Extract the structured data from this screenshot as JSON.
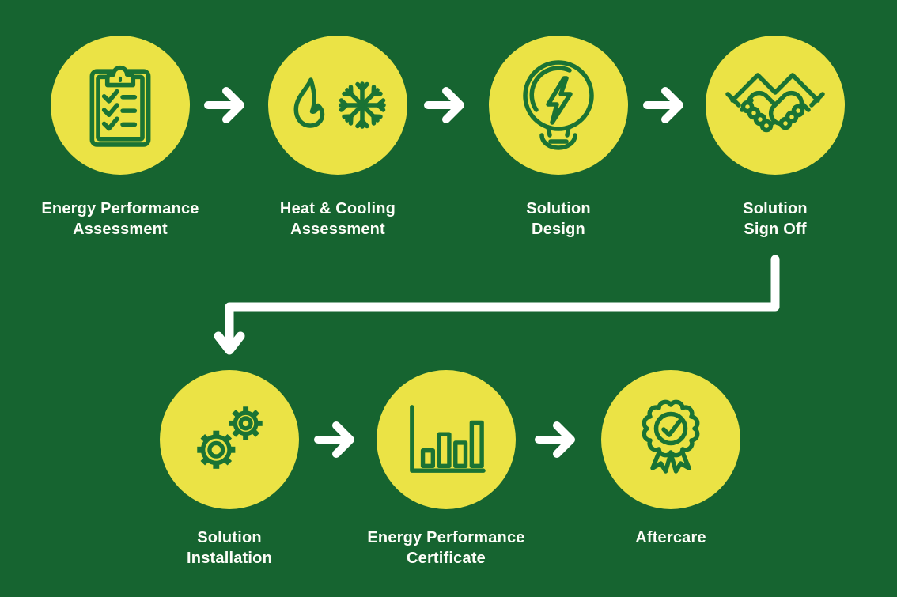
{
  "diagram": {
    "type": "process-flow",
    "rows": 2,
    "step_count": 7
  },
  "colors": {
    "background": "#166430",
    "circle_fill": "#EBE345",
    "icon_stroke": "#1A7334",
    "label_text": "#FDFDF8",
    "connector": "#FFFFFF"
  },
  "steps": [
    {
      "num": 1,
      "label": "Energy Performance Assessment",
      "lines": [
        "Energy Performance",
        "Assessment"
      ],
      "icon": "clipboard-checklist-icon"
    },
    {
      "num": 2,
      "label": "Heat & Cooling Assessment",
      "lines": [
        "Heat & Cooling",
        "Assessment"
      ],
      "icon": "flame-snowflake-icon"
    },
    {
      "num": 3,
      "label": "Solution Design",
      "lines": [
        "Solution",
        "Design"
      ],
      "icon": "lightbulb-bolt-icon"
    },
    {
      "num": 4,
      "label": "Solution Sign Off",
      "lines": [
        "Solution",
        "Sign Off"
      ],
      "icon": "handshake-icon"
    },
    {
      "num": 5,
      "label": "Solution Installation",
      "lines": [
        "Solution",
        "Installation"
      ],
      "icon": "gears-icon"
    },
    {
      "num": 6,
      "label": "Energy Performance Certificate",
      "lines": [
        "Energy Performance",
        "Certificate"
      ],
      "icon": "bar-chart-icon"
    },
    {
      "num": 7,
      "label": "Aftercare",
      "lines": [
        "Aftercare"
      ],
      "icon": "award-ribbon-icon"
    }
  ]
}
